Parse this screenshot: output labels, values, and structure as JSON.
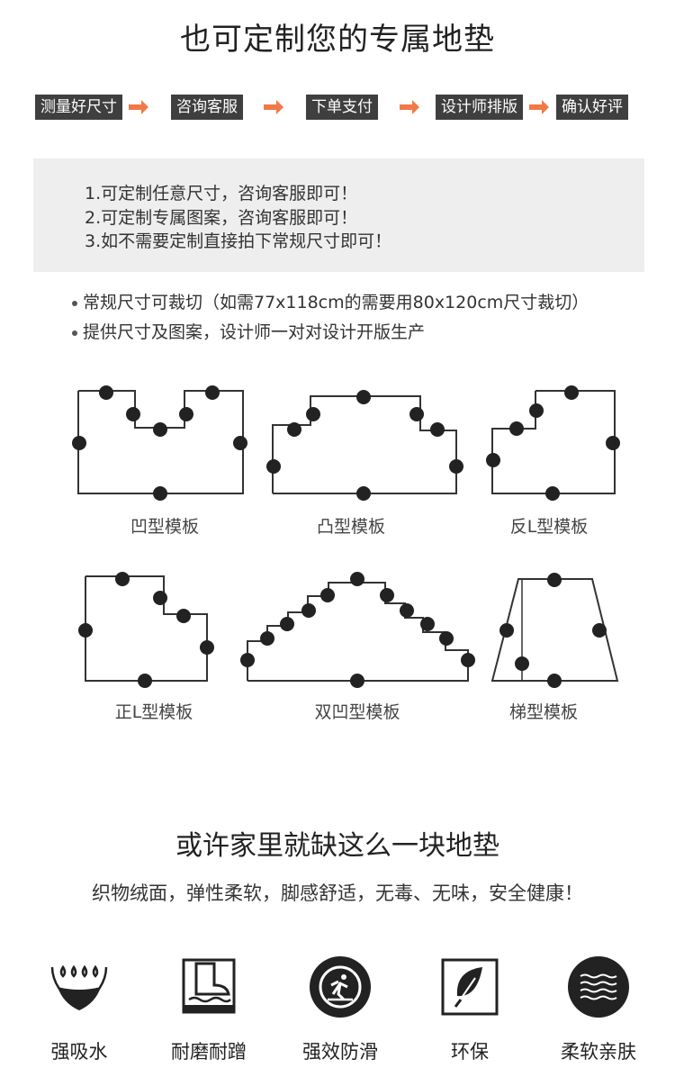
{
  "title": "也可定制您的专属地垫",
  "steps": [
    "测量好尺寸",
    "咨询客服",
    "下单支付",
    "设计师排版",
    "确认好评"
  ],
  "notes": [
    "1.可定制任意尺寸，咨询客服即可！",
    "2.可定制专属图案，咨询客服即可！",
    "3.如不需要定制直接拍下常规尺寸即可！"
  ],
  "bullets": [
    "常规尺寸可裁切（如需77x118cm的需要用80x120cm尺寸裁切）",
    "提供尺寸及图案，设计师一对对设计开版生产"
  ],
  "templates": [
    "凹型模板",
    "凸型模板",
    "反L型模板",
    "正L型模板",
    "双凹型模板",
    "梯型模板"
  ],
  "heading2": "或许家里就缺这么一块地垫",
  "subtitle": "织物绒面，弹性柔软，脚感舒适，无毒、无味，安全健康！",
  "features": [
    {
      "label": "强吸水",
      "icon": "water-drops-icon"
    },
    {
      "label": "耐磨耐蹭",
      "icon": "boot-wear-icon"
    },
    {
      "label": "强效防滑",
      "icon": "anti-slip-icon"
    },
    {
      "label": "环保",
      "icon": "leaf-icon"
    },
    {
      "label": "柔软亲肤",
      "icon": "soft-waves-icon"
    }
  ],
  "colors": {
    "accent": "#f07a47",
    "step_bg": "#3f3f3f",
    "note_bg": "#efeeee"
  }
}
